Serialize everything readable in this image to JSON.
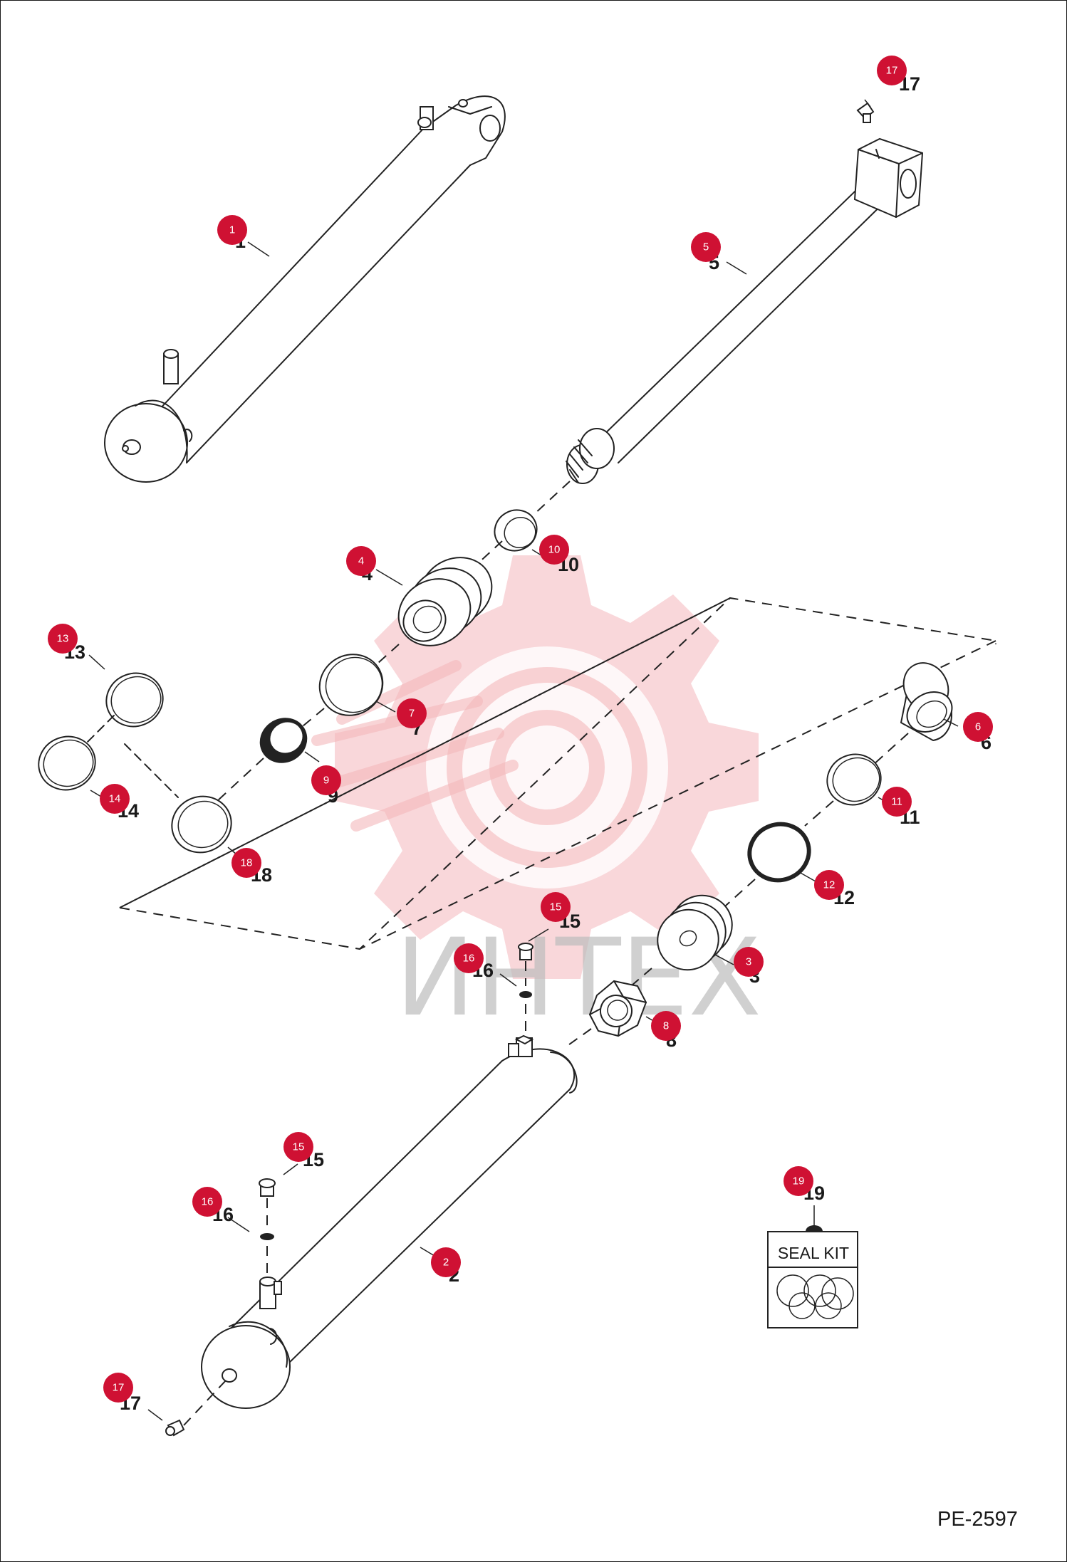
{
  "diagram": {
    "drawing_code": "PE-2597",
    "watermark_text": "ИНТЕХ",
    "seal_kit_label": "SEAL KIT",
    "callouts": [
      {
        "id": "1",
        "number": "1",
        "badge": "1"
      },
      {
        "id": "5",
        "number": "5",
        "badge": "5"
      },
      {
        "id": "17a",
        "number": "17",
        "badge": "17"
      },
      {
        "id": "10",
        "number": "10",
        "badge": "10"
      },
      {
        "id": "4",
        "number": "4",
        "badge": "4"
      },
      {
        "id": "13",
        "number": "13",
        "badge": "13"
      },
      {
        "id": "7",
        "number": "7",
        "badge": "7"
      },
      {
        "id": "9",
        "number": "9",
        "badge": "9"
      },
      {
        "id": "14",
        "number": "14",
        "badge": "14"
      },
      {
        "id": "18",
        "number": "18",
        "badge": "18"
      },
      {
        "id": "6",
        "number": "6",
        "badge": "6"
      },
      {
        "id": "11",
        "number": "11",
        "badge": "11"
      },
      {
        "id": "12",
        "number": "12",
        "badge": "12"
      },
      {
        "id": "15a",
        "number": "15",
        "badge": "15"
      },
      {
        "id": "16a",
        "number": "16",
        "badge": "16"
      },
      {
        "id": "3",
        "number": "3",
        "badge": "3"
      },
      {
        "id": "8",
        "number": "8",
        "badge": "8"
      },
      {
        "id": "15b",
        "number": "15",
        "badge": "15"
      },
      {
        "id": "16b",
        "number": "16",
        "badge": "16"
      },
      {
        "id": "2",
        "number": "2",
        "badge": "2"
      },
      {
        "id": "19",
        "number": "19",
        "badge": "19"
      },
      {
        "id": "17b",
        "number": "17",
        "badge": "17"
      }
    ]
  }
}
